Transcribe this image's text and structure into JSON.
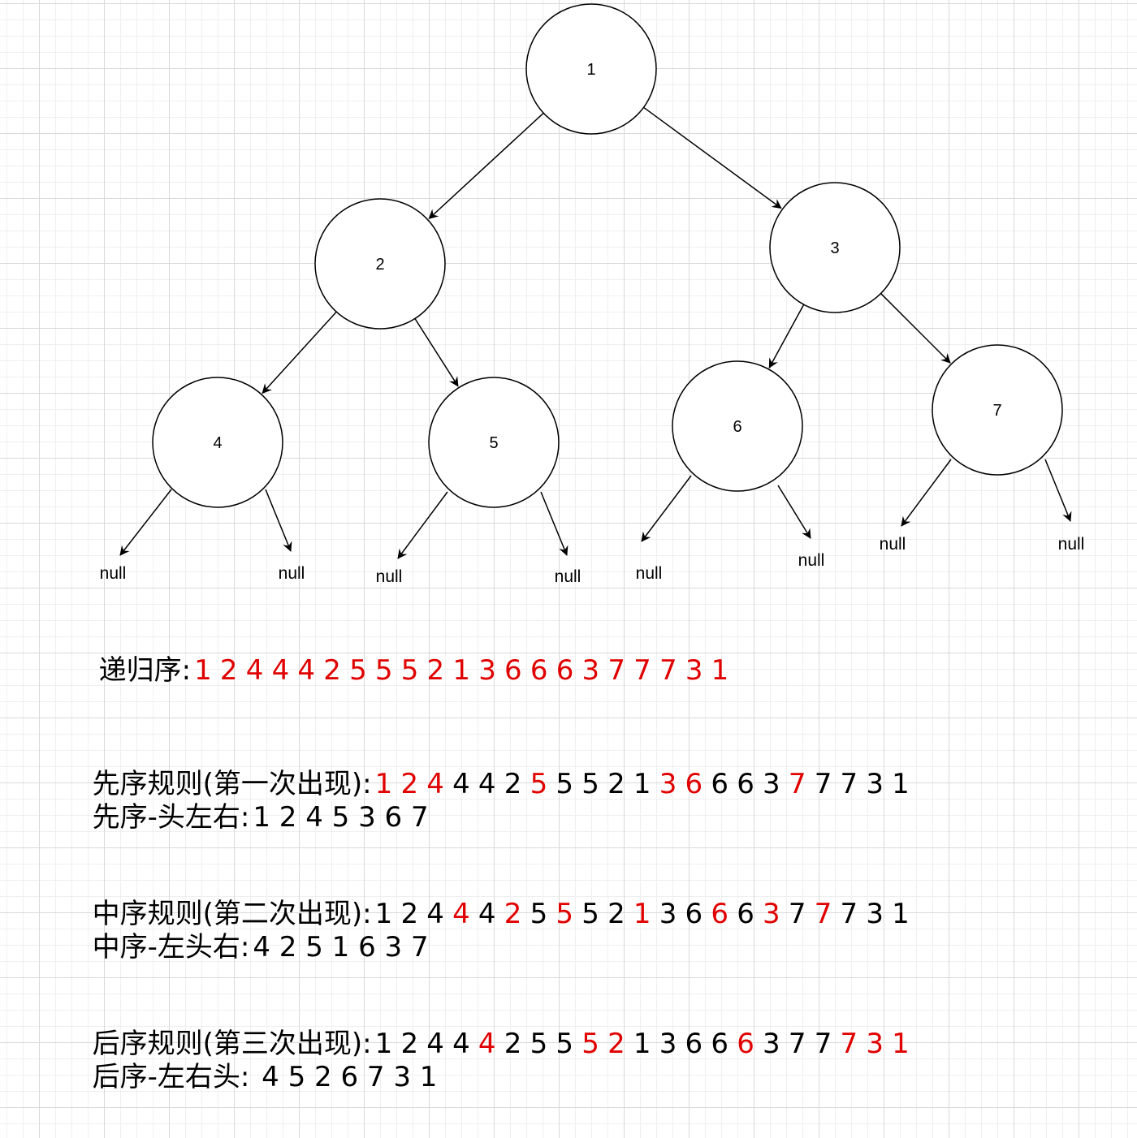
{
  "tree": {
    "nodes": [
      {
        "id": "1",
        "label": "1"
      },
      {
        "id": "2",
        "label": "2"
      },
      {
        "id": "3",
        "label": "3"
      },
      {
        "id": "4",
        "label": "4"
      },
      {
        "id": "5",
        "label": "5"
      },
      {
        "id": "6",
        "label": "6"
      },
      {
        "id": "7",
        "label": "7"
      }
    ],
    "edges": [
      [
        "1",
        "2"
      ],
      [
        "1",
        "3"
      ],
      [
        "2",
        "4"
      ],
      [
        "2",
        "5"
      ],
      [
        "3",
        "6"
      ],
      [
        "3",
        "7"
      ]
    ],
    "null_label": "null",
    "null_children": [
      "4",
      "4",
      "5",
      "5",
      "6",
      "6",
      "7",
      "7"
    ]
  },
  "sequences": {
    "recursive": {
      "label": "递归序:",
      "tokens": [
        "1",
        "2",
        "4",
        "4",
        "4",
        "2",
        "5",
        "5",
        "5",
        "2",
        "1",
        "3",
        "6",
        "6",
        "6",
        "3",
        "7",
        "7",
        "7",
        "3",
        "1"
      ],
      "all_highlight": true
    },
    "pre_rule": {
      "label": "先序规则(第一次出现):",
      "tokens": [
        "1",
        "2",
        "4",
        "4",
        "4",
        "2",
        "5",
        "5",
        "5",
        "2",
        "1",
        "3",
        "6",
        "6",
        "6",
        "3",
        "7",
        "7",
        "7",
        "3",
        "1"
      ],
      "highlight": [
        0,
        1,
        2,
        6,
        11,
        12,
        16
      ]
    },
    "pre_result": {
      "label": "先序-头左右:",
      "text": "1 2 4 5 3 6 7"
    },
    "in_rule": {
      "label": "中序规则(第二次出现):",
      "tokens": [
        "1",
        "2",
        "4",
        "4",
        "4",
        "2",
        "5",
        "5",
        "5",
        "2",
        "1",
        "3",
        "6",
        "6",
        "6",
        "3",
        "7",
        "7",
        "7",
        "3",
        "1"
      ],
      "highlight": [
        3,
        5,
        7,
        10,
        13,
        15,
        17
      ]
    },
    "in_result": {
      "label": "中序-左头右:",
      "text": "4 2 5 1 6 3 7"
    },
    "post_rule": {
      "label": "后序规则(第三次出现):",
      "tokens": [
        "1",
        "2",
        "4",
        "4",
        "4",
        "2",
        "5",
        "5",
        "5",
        "2",
        "1",
        "3",
        "6",
        "6",
        "6",
        "3",
        "7",
        "7",
        "7",
        "3",
        "1"
      ],
      "highlight": [
        4,
        8,
        9,
        14,
        18,
        19,
        20
      ]
    },
    "post_result": {
      "label": "后序-左右头: ",
      "text": "4 5 2 6 7 3 1"
    }
  },
  "colors": {
    "highlight": "#e00000",
    "text": "#000000",
    "stroke": "#000000"
  }
}
